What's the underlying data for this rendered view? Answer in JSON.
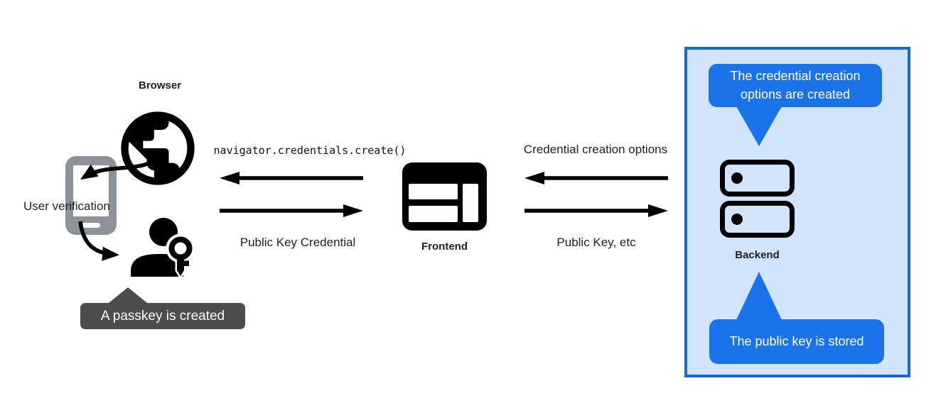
{
  "left": {
    "browser_label": "Browser",
    "user_verification_label": "User verification",
    "passkey_tooltip": "A passkey is created"
  },
  "middle": {
    "api_call_label": "navigator.credentials.create()",
    "credential_return_label": "Public Key Credential",
    "frontend_label": "Frontend"
  },
  "exchange_right": {
    "request_label": "Credential creation options",
    "response_label": "Public Key, etc"
  },
  "backend_panel": {
    "backend_label": "Backend",
    "top_callout": "The credential creation options are created",
    "bottom_callout": "The public key is stored"
  },
  "icons": {
    "browser": "globe-icon",
    "authenticator": "smartphone-icon",
    "user": "person-key-icon",
    "frontend": "browser-window-icon",
    "backend": "server-stack-icon"
  },
  "colors": {
    "accent_blue": "#1a73e8",
    "panel_border": "#1967d2",
    "panel_background": "#d2e3fc",
    "tooltip_background": "#4c4c4c",
    "phone_gray": "#8d9298",
    "icon_black": "#000000",
    "text": "#202124"
  }
}
